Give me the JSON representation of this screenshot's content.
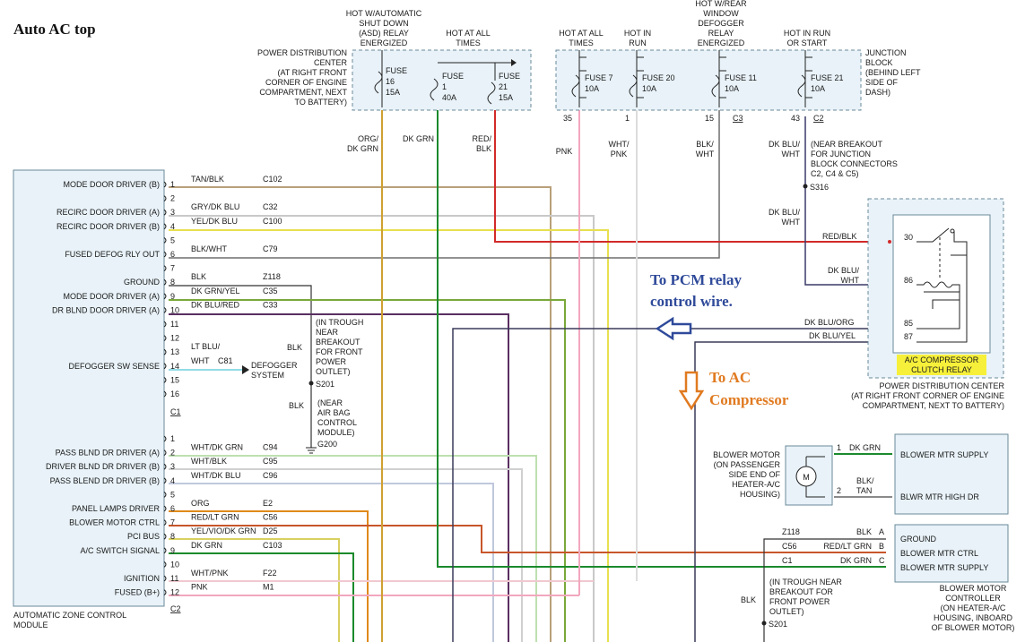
{
  "title": "Auto AC top",
  "annotations": {
    "pcm_line1": "To PCM relay",
    "pcm_line2": "control wire.",
    "ac_line1": "To AC",
    "ac_line2": "Compressor"
  },
  "pdc_top": {
    "label": [
      "POWER DISTRIBUTION",
      "CENTER",
      "(AT RIGHT FRONT",
      "CORNER OF ENGINE",
      "COMPARTMENT, NEXT",
      "TO BATTERY)"
    ],
    "hot_asd": [
      "HOT W/AUTOMATIC",
      "SHUT DOWN",
      "(ASD) RELAY",
      "ENERGIZED"
    ],
    "hot_all": [
      "HOT AT ALL",
      "TIMES"
    ],
    "fuse16": [
      "FUSE",
      "16",
      "15A"
    ],
    "fuse1": [
      "FUSE",
      "1",
      "40A"
    ],
    "fuse21": [
      "FUSE",
      "21",
      "15A"
    ]
  },
  "junction_block": {
    "label": [
      "JUNCTION",
      "BLOCK",
      "(BEHIND LEFT",
      "SIDE OF",
      "DASH)"
    ],
    "hot_all": [
      "HOT AT ALL",
      "TIMES"
    ],
    "hot_run": [
      "HOT IN",
      "RUN"
    ],
    "hot_defog": [
      "HOT W/REAR",
      "WINDOW",
      "DEFOGGER",
      "RELAY",
      "ENERGIZED"
    ],
    "hot_run_start": [
      "HOT IN RUN",
      "OR START"
    ],
    "fuse7": [
      "FUSE 7",
      "10A"
    ],
    "fuse20": [
      "FUSE 20",
      "10A"
    ],
    "fuse11": [
      "FUSE 11",
      "10A"
    ],
    "fuse21": [
      "FUSE 21",
      "10A"
    ],
    "pins": [
      "35",
      "1",
      "15",
      "C3",
      "43",
      "C2"
    ]
  },
  "wire_labels_top": {
    "org_dkgrn": [
      "ORG/",
      "DK GRN"
    ],
    "dkgrn": "DK GRN",
    "red_blk": [
      "RED/",
      "BLK"
    ],
    "pnk": "PNK",
    "wht_pnk": [
      "WHT/",
      "PNK"
    ],
    "blk_wht": [
      "BLK/",
      "WHT"
    ],
    "dkblu_wht": [
      "DK BLU/",
      "WHT"
    ]
  },
  "breakout": {
    "text": [
      "(NEAR BREAKOUT",
      "FOR JUNCTION",
      "BLOCK CONNECTORS",
      "C2, C4 & C5)"
    ],
    "splice": "S316",
    "dkblu_wht2": [
      "DK BLU/",
      "WHT"
    ]
  },
  "module": {
    "name": [
      "AUTOMATIC ZONE CONTROL",
      "MODULE"
    ],
    "c1": "C1",
    "c2": "C2",
    "c1_pins": [
      {
        "pin": "1",
        "func": "MODE DOOR DRIVER (B)",
        "color": "TAN/BLK",
        "circuit": "C102"
      },
      {
        "pin": "2",
        "func": "",
        "color": "",
        "circuit": ""
      },
      {
        "pin": "3",
        "func": "RECIRC DOOR DRIVER (A)",
        "color": "GRY/DK BLU",
        "circuit": "C32"
      },
      {
        "pin": "4",
        "func": "RECIRC DOOR DRIVER (B)",
        "color": "YEL/DK BLU",
        "circuit": "C100"
      },
      {
        "pin": "5",
        "func": "",
        "color": "",
        "circuit": ""
      },
      {
        "pin": "6",
        "func": "FUSED DEFOG RLY OUT",
        "color": "BLK/WHT",
        "circuit": "C79"
      },
      {
        "pin": "7",
        "func": "",
        "color": "",
        "circuit": ""
      },
      {
        "pin": "8",
        "func": "GROUND",
        "color": "BLK",
        "circuit": "Z118"
      },
      {
        "pin": "9",
        "func": "MODE DOOR DRIVER (A)",
        "color": "DK GRN/YEL",
        "circuit": "C35"
      },
      {
        "pin": "10",
        "func": "DR BLND DOOR DRIVER (A)",
        "color": "DK BLU/RED",
        "circuit": "C33"
      },
      {
        "pin": "11",
        "func": "",
        "color": "",
        "circuit": ""
      },
      {
        "pin": "12",
        "func": "",
        "color": "",
        "circuit": ""
      },
      {
        "pin": "13",
        "func": "",
        "color": "LT BLU/",
        "circuit": ""
      },
      {
        "pin": "14",
        "func": "DEFOGGER SW SENSE",
        "color": "WHT",
        "circuit": "C81"
      },
      {
        "pin": "15",
        "func": "",
        "color": "",
        "circuit": ""
      },
      {
        "pin": "16",
        "func": "",
        "color": "",
        "circuit": ""
      }
    ],
    "c2_pins": [
      {
        "pin": "1",
        "func": "",
        "color": "",
        "circuit": ""
      },
      {
        "pin": "2",
        "func": "PASS BLND DR DRIVER (A)",
        "color": "WHT/DK GRN",
        "circuit": "C94"
      },
      {
        "pin": "3",
        "func": "DRIVER BLND DR DRIVER (B)",
        "color": "WHT/BLK",
        "circuit": "C95"
      },
      {
        "pin": "4",
        "func": "PASS BLEND DR DRIVER (B)",
        "color": "WHT/DK BLU",
        "circuit": "C96"
      },
      {
        "pin": "5",
        "func": "",
        "color": "",
        "circuit": ""
      },
      {
        "pin": "6",
        "func": "PANEL LAMPS DRIVER",
        "color": "ORG",
        "circuit": "E2"
      },
      {
        "pin": "7",
        "func": "BLOWER MOTOR CTRL",
        "color": "RED/LT GRN",
        "circuit": "C56"
      },
      {
        "pin": "8",
        "func": "PCI BUS",
        "color": "YEL/VIO/DK GRN",
        "circuit": "D25"
      },
      {
        "pin": "9",
        "func": "A/C SWITCH SIGNAL",
        "color": "DK GRN",
        "circuit": "C103"
      },
      {
        "pin": "10",
        "func": "",
        "color": "",
        "circuit": ""
      },
      {
        "pin": "11",
        "func": "IGNITION",
        "color": "WHT/PNK",
        "circuit": "F22"
      },
      {
        "pin": "12",
        "func": "FUSED (B+)",
        "color": "PNK",
        "circuit": "M1"
      }
    ]
  },
  "defogger": [
    "DEFOGGER",
    "SYSTEM"
  ],
  "trough1": [
    "(IN TROUGH",
    "NEAR",
    "BREAKOUT",
    "FOR FRONT",
    "POWER",
    "OUTLET)"
  ],
  "blk": "BLK",
  "s201": "S201",
  "airbag": [
    "(NEAR",
    "AIR BAG",
    "CONTROL",
    "MODULE)"
  ],
  "g200": "G200",
  "relay": {
    "pins": [
      "30",
      "86",
      "85",
      "87"
    ],
    "wires": [
      "RED/BLK",
      "DK BLU/",
      "WHT",
      "DK BLU/ORG",
      "DK BLU/YEL"
    ],
    "name": [
      "A/C COMPRESSOR",
      "CLUTCH RELAY"
    ],
    "pdc_label": [
      "POWER DISTRIBUTION CENTER",
      "(AT RIGHT FRONT CORNER OF ENGINE",
      "COMPARTMENT, NEXT TO BATTERY)"
    ],
    "highlight": "#f7f03a"
  },
  "blower_motor": {
    "label": [
      "BLOWER MOTOR",
      "(ON PASSENGER",
      "SIDE END OF",
      "HEATER-A/C",
      "HOUSING)"
    ],
    "m": "M",
    "pin1": "1",
    "pin2": "2",
    "w1": "DK GRN",
    "w2": [
      "BLK/",
      "TAN"
    ]
  },
  "blower_supply_box": [
    "BLOWER MTR SUPPLY",
    "BLWR MTR HIGH DR"
  ],
  "controller": {
    "rows": [
      {
        "circuit": "Z118",
        "color": "BLK",
        "pin": "A",
        "func": "GROUND"
      },
      {
        "circuit": "C56",
        "color": "RED/LT GRN",
        "pin": "B",
        "func": "BLOWER MTR CTRL"
      },
      {
        "circuit": "C1",
        "color": "DK GRN",
        "pin": "C",
        "func": "BLOWER MTR SUPPLY"
      }
    ],
    "name": [
      "BLOWER MOTOR",
      "CONTROLLER",
      "(ON HEATER-A/C",
      "HOUSING, INBOARD",
      "OF BLOWER MOTOR)"
    ]
  },
  "trough2": [
    "(IN TROUGH NEAR",
    "BREAKOUT FOR",
    "FRONT POWER",
    "OUTLET)"
  ],
  "colors": {
    "orange": "#e0891a",
    "dkgreen": "#1b8a2c",
    "red": "#d22a2a",
    "pink": "#f2a7be",
    "gray": "#c9c9c9",
    "yellow": "#e8e050",
    "tan": "#b8a07a",
    "navy": "#3a3a6a",
    "purple": "#5a2f62",
    "blue_note": "#2f4a9a",
    "orange_note": "#e07a20"
  }
}
